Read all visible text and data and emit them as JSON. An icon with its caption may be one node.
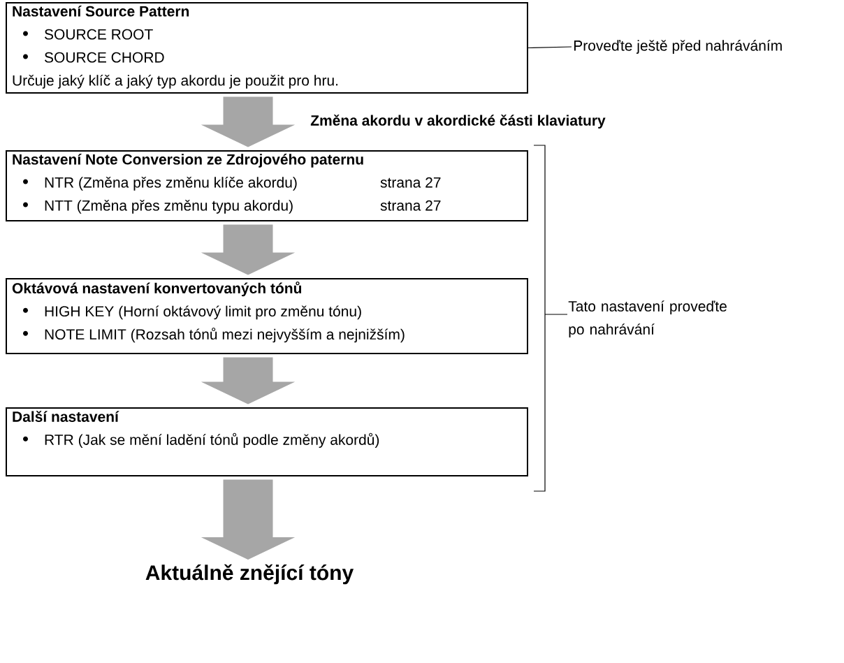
{
  "diagram": {
    "nodes": [
      {
        "text": [
          "Nastavení Source Pattern",
          "SOURCE ROOT",
          "SOURCE CHORD",
          "Určuje jaký klíč a jaký typ akordu je použit pro hru."
        ]
      },
      {
        "text": [
          "Nastavení Note Conversion ze Zdrojového paternu",
          "NTR (Změna přes změnu klíče akordu)",
          "strana 27",
          "NTT (Změna přes změnu typu akordu)",
          "strana 27"
        ]
      },
      {
        "text": [
          "Oktávová nastavení konvertovaných tónů",
          "HIGH KEY (Horní oktávový limit pro změnu tónu)",
          "NOTE LIMIT (Rozsah tónů mezi nejvyšším a nejnižším)"
        ]
      },
      {
        "text": [
          "Další nastavení",
          "RTR (Jak se mění ladění tónů podle změny akordů)"
        ]
      },
      {
        "text": [
          "Aktuálně znějící tóny"
        ]
      },
      {
        "text": [
          "Proveďte ještě před nahráváním"
        ]
      }
    ],
    "edges": [
      {
        "from": 0,
        "to": 1,
        "arrow": "to",
        "label": "Změna akordu v akordické části klaviatury",
        "style": "thick"
      },
      {
        "from": 1,
        "to": 2,
        "arrow": "to",
        "style": "thick"
      },
      {
        "from": 2,
        "to": 3,
        "arrow": "to",
        "style": "thick"
      },
      {
        "from": 3,
        "to": 4,
        "arrow": "to",
        "style": "thick"
      },
      {
        "from": 0,
        "to": 5,
        "arrow": "none",
        "color": "#000000"
      }
    ],
    "labels": [
      "Tato nastavení proveďte po nahrávání"
    ]
  }
}
